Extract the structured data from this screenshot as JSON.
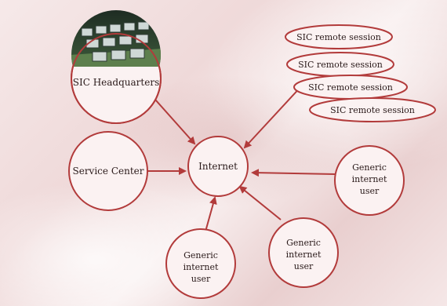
{
  "diagram": {
    "hub": {
      "label": "Internet"
    },
    "headquarters": {
      "label": "SIC Headquarters"
    },
    "service_center": {
      "label": "Service Center"
    },
    "remote_sessions": [
      "SIC remote session",
      "SIC remote session",
      "SIC remote session",
      "SIC remote session"
    ],
    "generic_users": [
      {
        "lines": [
          "Generic",
          "internet",
          "user"
        ]
      },
      {
        "lines": [
          "Generic",
          "internet",
          "user"
        ]
      },
      {
        "lines": [
          "Generic",
          "internet",
          "user"
        ]
      }
    ],
    "colors": {
      "node_stroke": "#b23b3b",
      "arrow": "#b23b3b",
      "node_fill": "#fbf2f2"
    },
    "icons": [
      "computer-lab-photo-icon"
    ]
  }
}
